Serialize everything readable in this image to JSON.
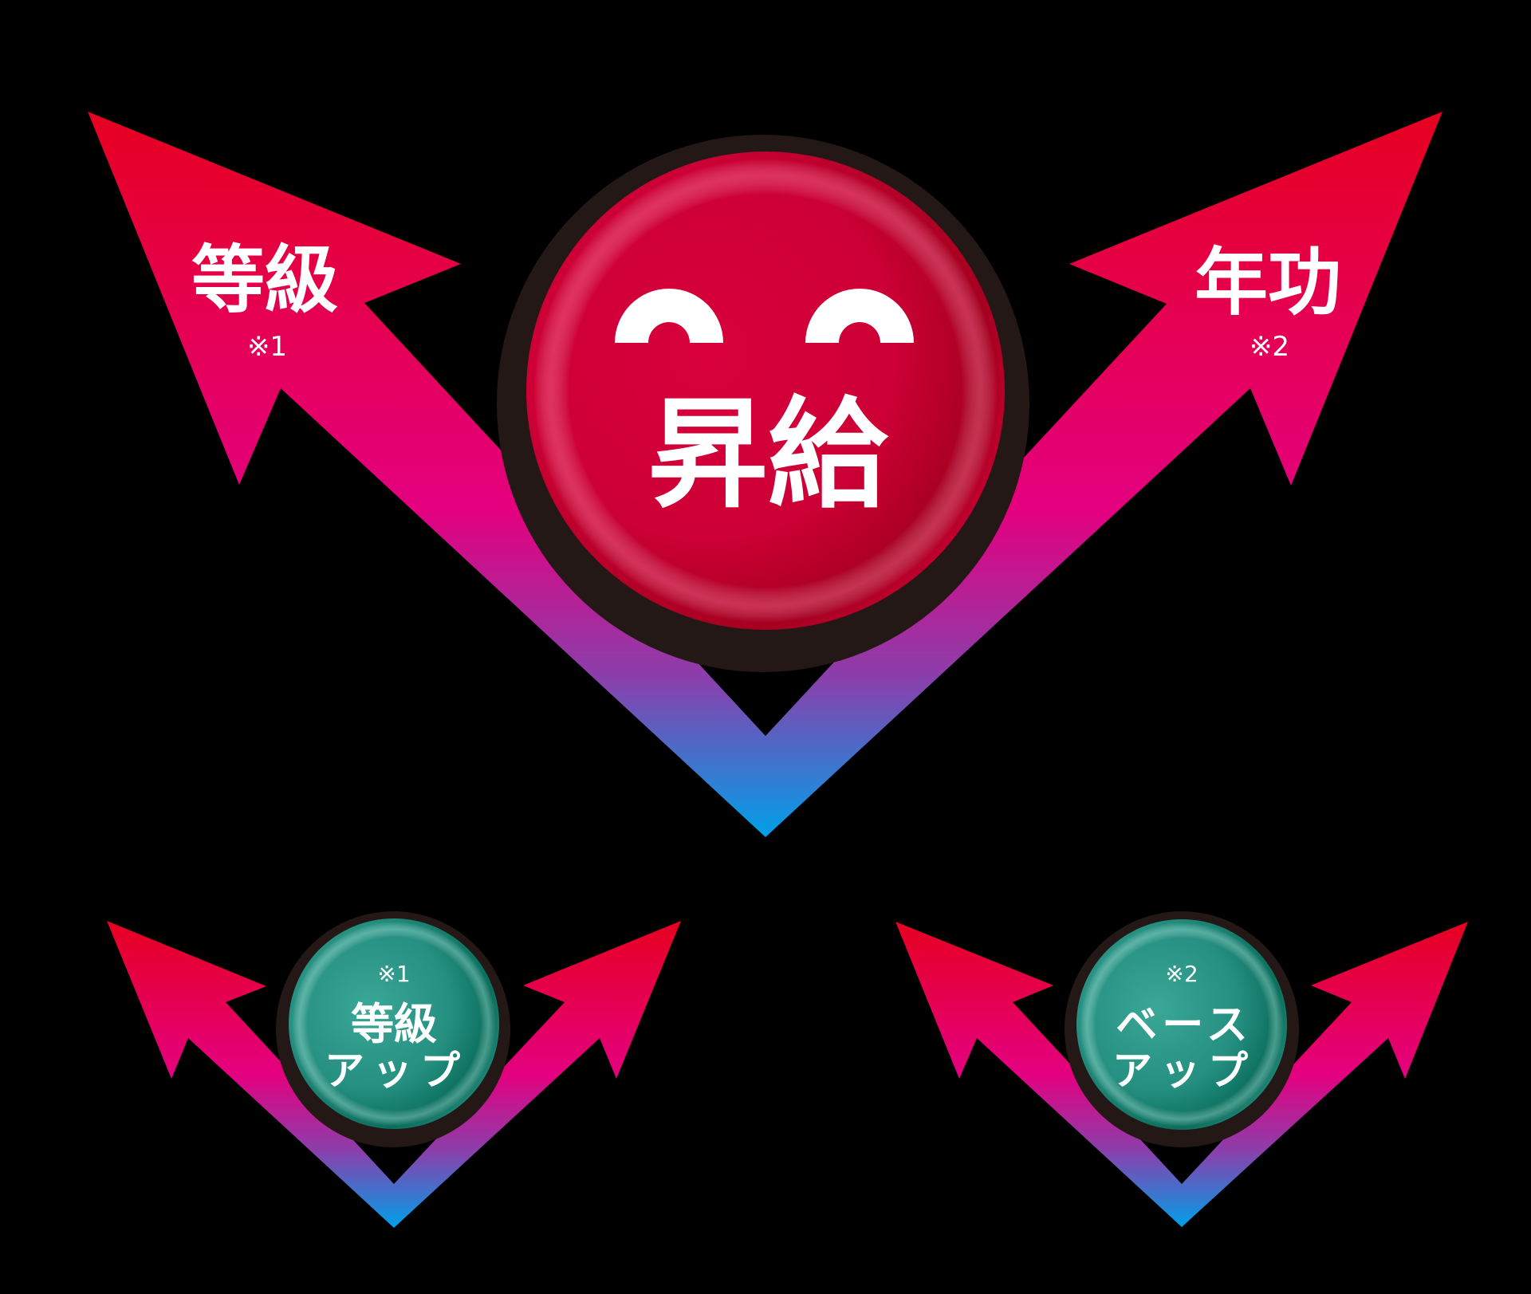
{
  "colors": {
    "background": "#000000",
    "arrow_top": "#e60020",
    "arrow_mid": "#e4007f",
    "arrow_bottom": "#00a0e9",
    "main_circle": "#d2003a",
    "main_circle_dark": "#a0001f",
    "small_circle": "#2a9182",
    "small_circle_dark": "#0d6f5d",
    "shadow": "#231815",
    "text": "#ffffff"
  },
  "main": {
    "center_label": "昇給",
    "left_arrow": {
      "label": "等級",
      "note": "※1"
    },
    "right_arrow": {
      "label": "年功",
      "note": "※2"
    },
    "face": {
      "eyes": [
        "left-eye-icon",
        "right-eye-icon"
      ]
    }
  },
  "sub": [
    {
      "note": "※1",
      "line1": "等級",
      "line2": "アップ"
    },
    {
      "note": "※2",
      "line1": "ベース",
      "line2": "アップ"
    }
  ]
}
